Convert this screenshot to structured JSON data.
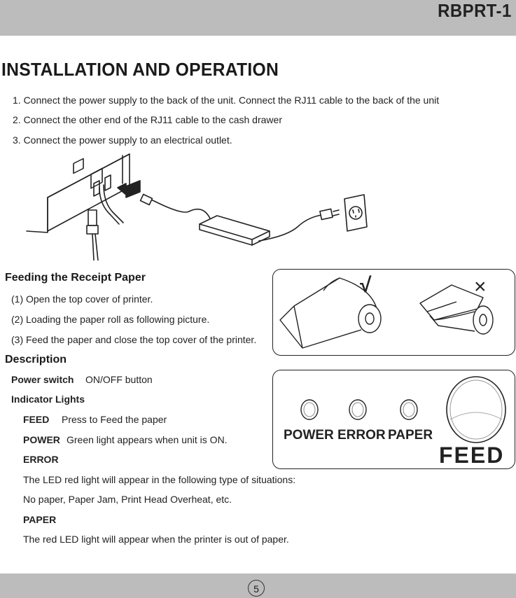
{
  "header": {
    "model": "RBPRT-1"
  },
  "title": "INSTALLATION AND OPERATION",
  "steps": [
    "1. Connect the power supply to the back of the unit.   Connect the RJ11 cable to the back of the unit",
    "2.  Connect the other end of the RJ11 cable to the cash drawer",
    "3.  Connect the power supply to an electrical outlet."
  ],
  "feeding": {
    "title": "Feeding the Receipt Paper",
    "steps": [
      "(1) Open the top cover of printer.",
      "(2) Loading the paper roll as following picture.",
      "(3) Feed the paper and close the top cover of the printer."
    ],
    "correct_mark": "√",
    "wrong_mark": "×"
  },
  "description": {
    "title": "Description",
    "power_switch_label": "Power switch",
    "power_switch_text": "ON/OFF button",
    "indicator_lights_label": "Indicator Lights",
    "feed_label": "FEED",
    "feed_text": "Press to Feed the paper",
    "power_label": "POWER",
    "power_text": "Green light appears when unit is ON.",
    "error_label": "ERROR",
    "error_text_1": "The LED red light will appear in the following type of situations:",
    "error_text_2": "No paper, Paper Jam, Print Head Overheat, etc.",
    "paper_label": "PAPER",
    "paper_text": "The red LED light will appear when the printer is out of paper."
  },
  "panel": {
    "power": "POWER",
    "error": "ERROR",
    "paper": "PAPER",
    "feed": "FEED"
  },
  "footer": {
    "page": "5"
  }
}
